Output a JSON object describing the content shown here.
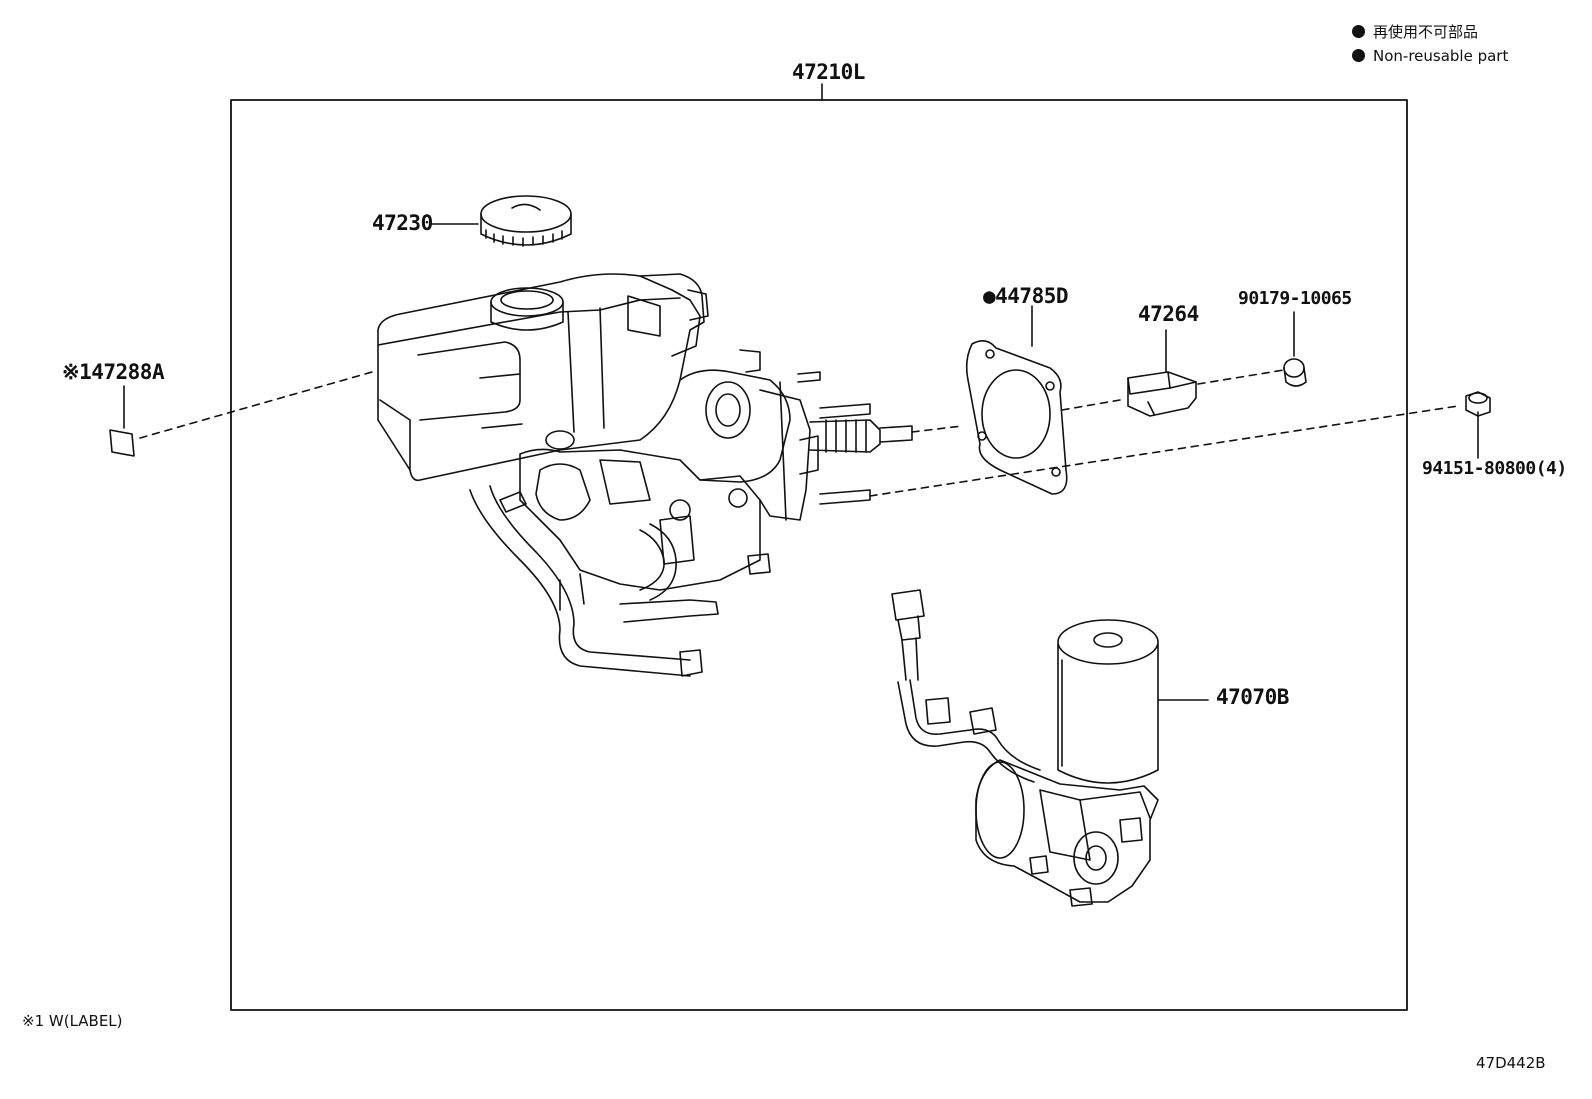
{
  "legend": {
    "jp": "再使用不可部品",
    "en": "Non-reusable part"
  },
  "parts": {
    "assembly": "47210L",
    "cap": "47230",
    "label_part": "※147288A",
    "gasket": "●44785D",
    "bracket": "47264",
    "bushing": "90179-10065",
    "nut": "94151-80800(4)",
    "pump": "47070B"
  },
  "footnote": "※1 W(LABEL)",
  "diagram_id": "47D442B"
}
